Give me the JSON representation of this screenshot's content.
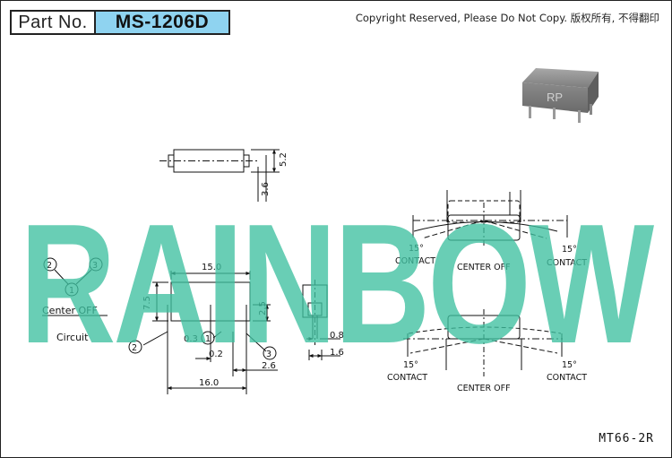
{
  "header": {
    "part_label": "Part No.",
    "part_number": "MS-1206D",
    "copyright": "Copyright Reserved, Please Do Not Copy. 版权所有, 不得翻印"
  },
  "watermark": {
    "text": "RAINBOW",
    "color": "#3fc0a0"
  },
  "product_photo": {
    "marking": "RP"
  },
  "top_view": {
    "dim_height": "5.2",
    "dim_side": "3.6"
  },
  "circuit": {
    "terminal_1": "1",
    "terminal_2": "2",
    "terminal_3": "3",
    "state_label": "Center OFF",
    "caption": "Circuit"
  },
  "front_view": {
    "dim_length": "15.0",
    "dim_height": "7.5",
    "dim_pin_height": "2.5",
    "dim_03": "0.3",
    "dim_02": "0.2",
    "dim_26": "2.6",
    "dim_160": "16.0",
    "pin_1": "1",
    "pin_2": "2",
    "pin_3": "3"
  },
  "side_view": {
    "dim_08": "0.8",
    "dim_16": "1.6"
  },
  "positions_top": {
    "left_angle": "15°",
    "left_label": "CONTACT",
    "center_label": "CENTER OFF",
    "right_angle": "15°",
    "right_label": "CONTACT"
  },
  "positions_bottom": {
    "left_angle": "15°",
    "left_label": "CONTACT",
    "center_label": "CENTER OFF",
    "right_angle": "15°",
    "right_label": "CONTACT"
  },
  "footer": {
    "model": "MT66-2R"
  }
}
